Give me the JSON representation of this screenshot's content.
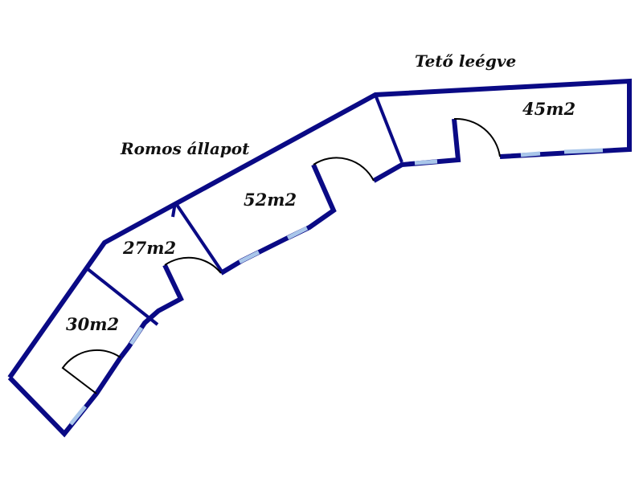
{
  "rooms": {
    "room_a": "30m2",
    "room_b": "27m2",
    "room_c": "52m2",
    "room_d": "45m2"
  },
  "notes": {
    "ruin": "Romos állapot",
    "roof": "Tető leégve"
  },
  "colors": {
    "wall": "#0a0a85",
    "window": "#a9c6ea",
    "door": "#000000"
  }
}
